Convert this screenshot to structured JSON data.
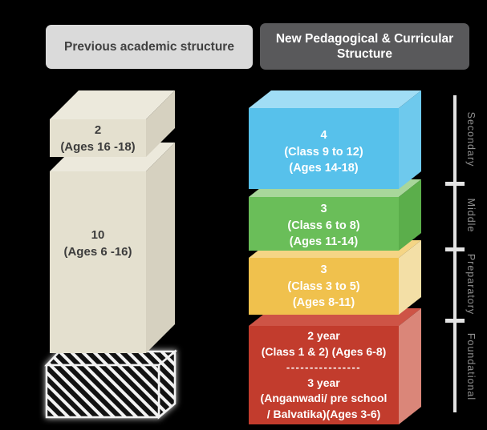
{
  "headers": {
    "previous": "Previous academic structure",
    "new": "New Pedagogical & Curricular Structure"
  },
  "previous": {
    "block_2": {
      "value": "2",
      "ages": "(Ages 16 -18)"
    },
    "block_10": {
      "value": "10",
      "ages": "(Ages 6 -16)"
    },
    "block_hatched": {
      "pattern": "diagonal-hatch"
    }
  },
  "new": {
    "blocks": [
      {
        "stage": "Secondary",
        "value": "4",
        "classes": "(Class 9 to 12)",
        "ages": "(Ages 14-18)",
        "color": "#57C1EB"
      },
      {
        "stage": "Middle",
        "value": "3",
        "classes": "(Class 6 to 8)",
        "ages": "(Ages 11-14)",
        "color": "#6ABE59"
      },
      {
        "stage": "Preparatory",
        "value": "3",
        "classes": "(Class 3 to 5)",
        "ages": "(Ages 8-11)",
        "color": "#F0C14D"
      },
      {
        "stage": "Foundational",
        "color": "#C23C2D",
        "line1": "2 year",
        "line2": "(Class 1 & 2) (Ages 6-8)",
        "divider": "----------------",
        "line3": "3 year",
        "line4": "(Anganwadi/ pre school",
        "line5": "/ Balvatika)(Ages 3-6)"
      }
    ]
  },
  "stage_axis": {
    "labels": [
      "Secondary",
      "Middle",
      "Preparatory",
      "Foundational"
    ],
    "line_color": "#E3E3E3",
    "label_color": "#8F8F8F"
  },
  "colors": {
    "background": "#000000",
    "previous_block_front": "#E4E0CF",
    "previous_block_top": "#ECE9DC",
    "previous_block_side": "#D6D1C0",
    "header_previous_bg": "#DADADA",
    "header_new_bg": "#59595B"
  }
}
